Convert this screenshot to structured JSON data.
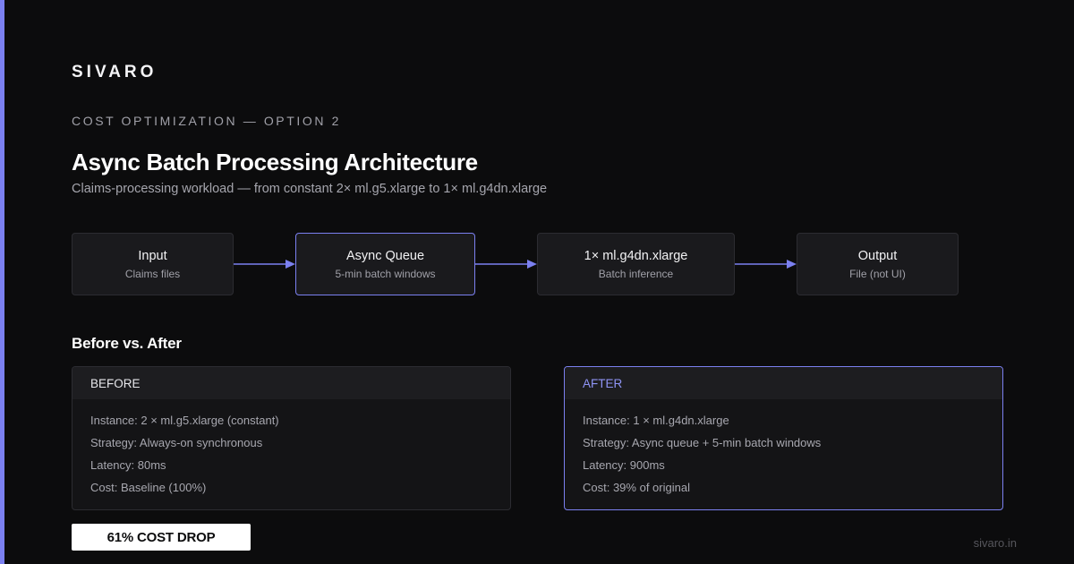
{
  "brand": "SIVARO",
  "eyebrow": "COST OPTIMIZATION — OPTION 2",
  "title": "Async Batch Processing Architecture",
  "subtitle": "Claims-processing workload — from constant 2× ml.g5.xlarge to 1× ml.g4dn.xlarge",
  "flow": {
    "nodes": [
      {
        "title": "Input",
        "subtitle": "Claims files"
      },
      {
        "title": "Async Queue",
        "subtitle": "5-min batch windows"
      },
      {
        "title": "1× ml.g4dn.xlarge",
        "subtitle": "Batch inference"
      },
      {
        "title": "Output",
        "subtitle": "File (not UI)"
      }
    ]
  },
  "comparison": {
    "title": "Before vs. After",
    "before": {
      "label": "BEFORE",
      "lines": [
        "Instance: 2 × ml.g5.xlarge (constant)",
        "Strategy: Always-on synchronous",
        "Latency: 80ms",
        "Cost: Baseline (100%)"
      ]
    },
    "after": {
      "label": "AFTER",
      "lines": [
        "Instance: 1 × ml.g4dn.xlarge",
        "Strategy: Async queue + 5-min batch windows",
        "Latency: 900ms",
        "Cost: 39% of original"
      ]
    }
  },
  "badge": "61% COST DROP",
  "site": "sivaro.in",
  "colors": {
    "accent": "#7b80f0",
    "background": "#0c0c0d",
    "card": "#1a1a1d"
  }
}
